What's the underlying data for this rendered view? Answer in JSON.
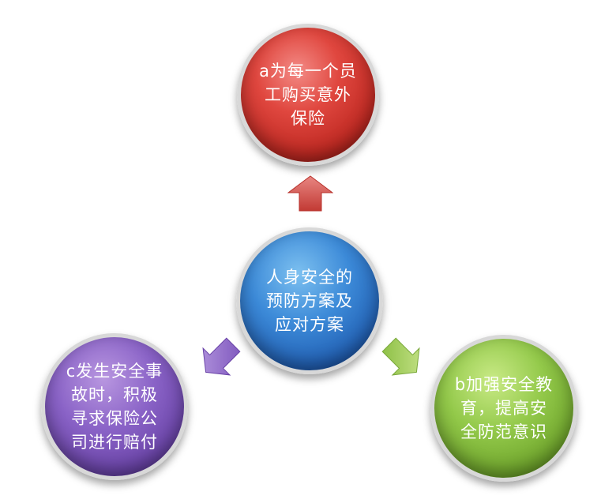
{
  "diagram": {
    "center": {
      "label": "人身安全的\n预防方案及\n应对方案",
      "color": "#3c8ad8"
    },
    "nodes": [
      {
        "id": "a",
        "label": "a为每一个员\n工购买意外\n保险",
        "color": "#d9413a"
      },
      {
        "id": "b",
        "label": "b加强安全教\n育，提高安\n全防范意识",
        "color": "#93c94a"
      },
      {
        "id": "c",
        "label": "c发生安全事\n故时，积极\n寻求保险公\n司进行赔付",
        "color": "#8a63c7"
      }
    ],
    "arrows": [
      {
        "to": "a",
        "direction": "up",
        "color": "#d9534f"
      },
      {
        "to": "b",
        "direction": "down-right",
        "color": "#9bc94f"
      },
      {
        "to": "c",
        "direction": "down-left",
        "color": "#8a63c7"
      }
    ]
  }
}
